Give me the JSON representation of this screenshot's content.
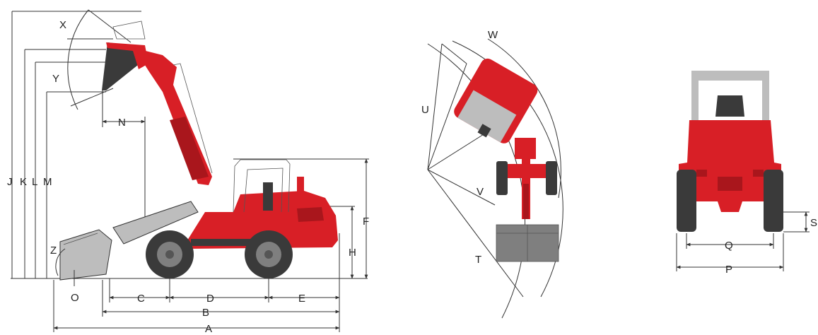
{
  "labels": {
    "A": "A",
    "B": "B",
    "C": "C",
    "D": "D",
    "E": "E",
    "F": "F",
    "H": "H",
    "J": "J",
    "K": "K",
    "L": "L",
    "M": "M",
    "N": "N",
    "O": "O",
    "P": "P",
    "Q": "Q",
    "S": "S",
    "T": "T",
    "U": "U",
    "V": "V",
    "W": "W",
    "X": "X",
    "Y": "Y",
    "Z": "Z"
  },
  "colors": {
    "body_red": "#d81f26",
    "dark_red": "#a9161c",
    "tire": "#3a3a3a",
    "rim": "#7f7f7f",
    "line": "#333333"
  }
}
